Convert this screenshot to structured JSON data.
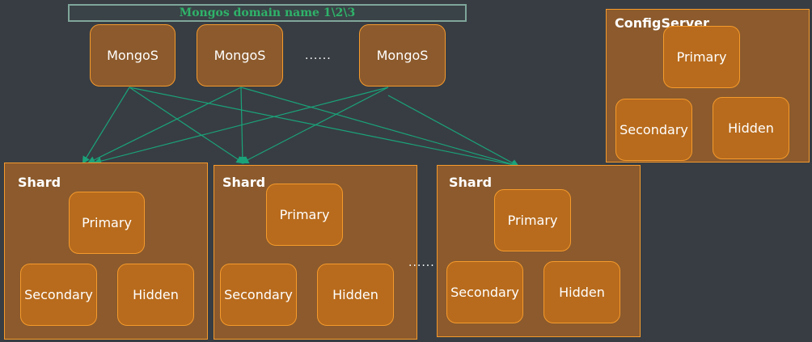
{
  "domain_bar": {
    "text": "Mongos domain name 1\\2\\3"
  },
  "mongos": [
    {
      "label": "MongoS"
    },
    {
      "label": "MongoS"
    },
    {
      "label": "MongoS"
    }
  ],
  "mongos_ellipsis": "......",
  "shard_ellipsis": "......",
  "shards": [
    {
      "title": "Shard",
      "primary": "Primary",
      "secondary": "Secondary",
      "hidden": "Hidden"
    },
    {
      "title": "Shard",
      "primary": "Primary",
      "secondary": "Secondary",
      "hidden": "Hidden"
    },
    {
      "title": "Shard",
      "primary": "Primary",
      "secondary": "Secondary",
      "hidden": "Hidden"
    }
  ],
  "config_server": {
    "title": "ConfigServer",
    "primary": "Primary",
    "secondary": "Secondary",
    "hidden": "Hidden"
  },
  "colors": {
    "background": "#383d43",
    "container_fill": "#8c5a2c",
    "node_fill": "#b86b1c",
    "border_orange": "#f59a2c",
    "connector": "#1aa37a",
    "domain_text": "#2fb36a"
  }
}
